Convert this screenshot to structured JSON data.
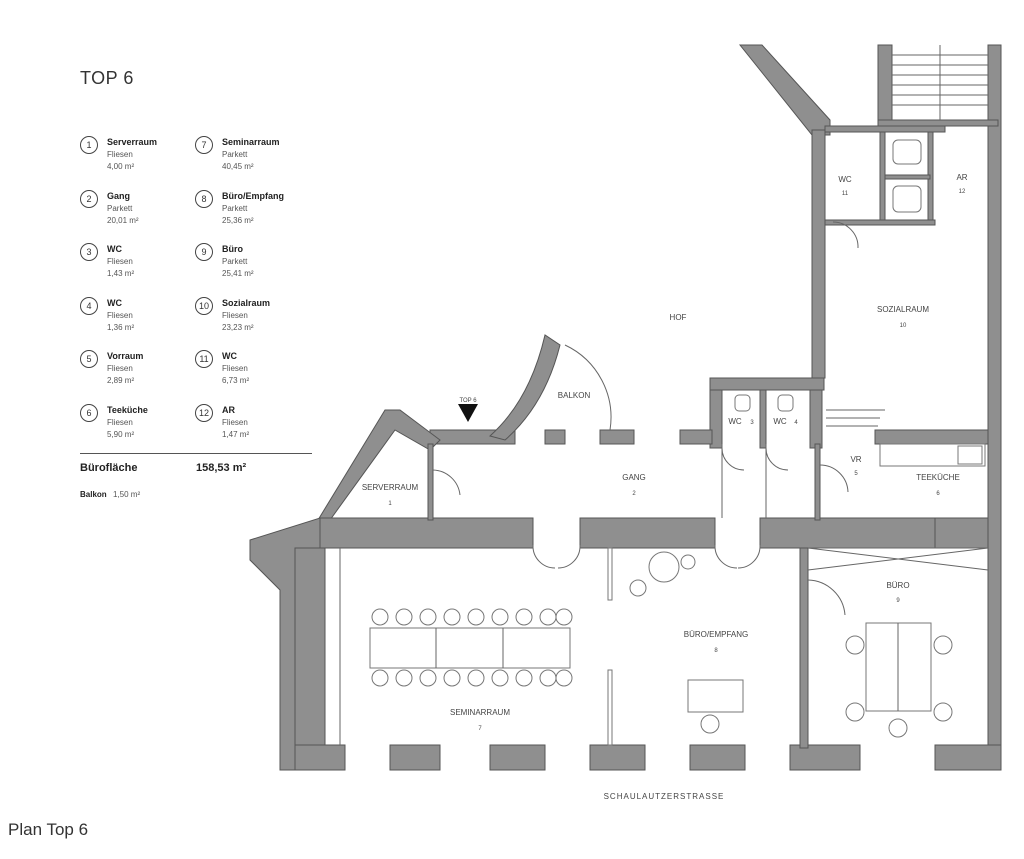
{
  "title": "TOP 6",
  "legend": [
    {
      "num": "1",
      "name": "Serverraum",
      "floor": "Fliesen",
      "area": "4,00 m²"
    },
    {
      "num": "2",
      "name": "Gang",
      "floor": "Parkett",
      "area": "20,01 m²"
    },
    {
      "num": "3",
      "name": "WC",
      "floor": "Fliesen",
      "area": "1,43 m²"
    },
    {
      "num": "4",
      "name": "WC",
      "floor": "Fliesen",
      "area": "1,36 m²"
    },
    {
      "num": "5",
      "name": "Vorraum",
      "floor": "Fliesen",
      "area": "2,89 m²"
    },
    {
      "num": "6",
      "name": "Teeküche",
      "floor": "Fliesen",
      "area": "5,90 m²"
    },
    {
      "num": "7",
      "name": "Seminarraum",
      "floor": "Parkett",
      "area": "40,45 m²"
    },
    {
      "num": "8",
      "name": "Büro/Empfang",
      "floor": "Parkett",
      "area": "25,36 m²"
    },
    {
      "num": "9",
      "name": "Büro",
      "floor": "Parkett",
      "area": "25,41 m²"
    },
    {
      "num": "10",
      "name": "Sozialraum",
      "floor": "Fliesen",
      "area": "23,23 m²"
    },
    {
      "num": "11",
      "name": "WC",
      "floor": "Fliesen",
      "area": "6,73 m²"
    },
    {
      "num": "12",
      "name": "AR",
      "floor": "Fliesen",
      "area": "1,47 m²"
    }
  ],
  "summary": {
    "label": "Bürofläche",
    "value": "158,53 m²"
  },
  "balcony": {
    "label": "Balkon",
    "value": "1,50 m²"
  },
  "plan_labels": {
    "serverraum": "SERVERRAUM",
    "gang": "GANG",
    "wc1": "WC",
    "wc2": "WC",
    "vr": "VR",
    "teekueche": "TEEKÜCHE",
    "seminarraum": "SEMINARRAUM",
    "empfang": "BÜRO/EMPFANG",
    "buero": "BÜRO",
    "sozialraum": "SOZIALRAUM",
    "wc_upper": "WC",
    "ar": "AR",
    "hof": "HOF",
    "balkon": "BALKON",
    "top": "TOP 6",
    "street": "SCHAULAUTZERSTRASSE"
  },
  "room_numbers": {
    "serverraum": "1",
    "gang": "2",
    "wc1": "3",
    "wc2": "4",
    "vr": "5",
    "teekueche": "6",
    "seminarraum": "7",
    "empfang": "8",
    "buero": "9",
    "sozialraum": "10",
    "wc_upper": "11",
    "ar": "12"
  },
  "caption": "Plan Top 6"
}
